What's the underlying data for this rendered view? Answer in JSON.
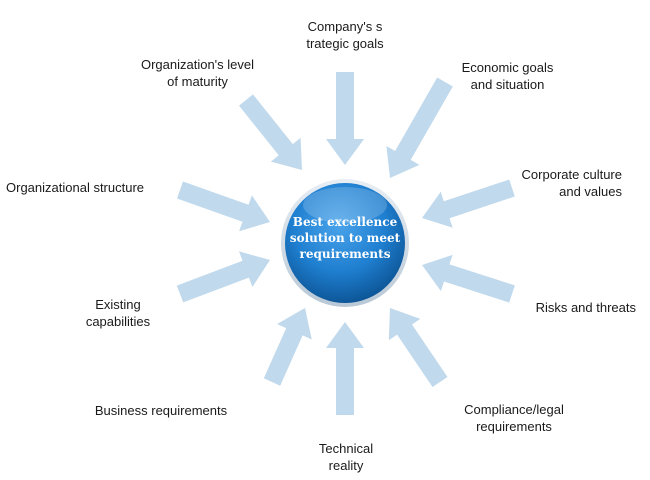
{
  "colors": {
    "arrow": "#c0d9ec",
    "center_dark": "#0a4f8e",
    "center_mid": "#1f7fd0",
    "center_light": "#4aa3ea",
    "center_ring": "#d9e3ec",
    "text": "#1a1a1a",
    "center_text": "#ffffff"
  },
  "center": {
    "lines": [
      "Best excellence",
      "solution to meet",
      "requirements"
    ]
  },
  "factors": [
    {
      "id": "strategic-goals",
      "lines": [
        "Company's s",
        "trategic goals"
      ]
    },
    {
      "id": "economic-goals",
      "lines": [
        "Economic goals",
        "and situation"
      ]
    },
    {
      "id": "corporate-culture",
      "lines": [
        "Corporate culture",
        "and values"
      ]
    },
    {
      "id": "risks-threats",
      "lines": [
        "Risks and threats"
      ]
    },
    {
      "id": "compliance",
      "lines": [
        "Compliance/legal",
        "requirements"
      ]
    },
    {
      "id": "technical-reality",
      "lines": [
        "Technical",
        "reality"
      ]
    },
    {
      "id": "business-requirements",
      "lines": [
        "Business requirements"
      ]
    },
    {
      "id": "existing-capabilities",
      "lines": [
        "Existing",
        "capabilities"
      ]
    },
    {
      "id": "organizational-structure",
      "lines": [
        "Organizational structure"
      ]
    },
    {
      "id": "maturity",
      "lines": [
        "Organization's level",
        "of maturity"
      ]
    }
  ]
}
